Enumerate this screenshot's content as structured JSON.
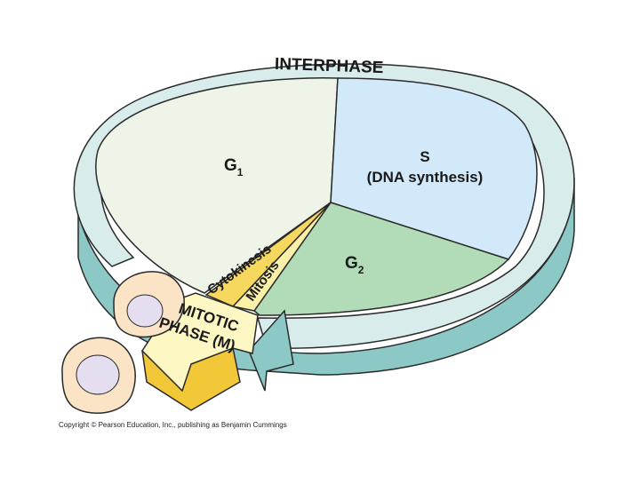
{
  "diagram": {
    "interphase_label": "INTERPHASE",
    "g1_label": "G",
    "g1_sub": "1",
    "s_label": "S",
    "s_desc": "(DNA synthesis)",
    "g2_label": "G",
    "g2_sub": "2",
    "mitosis_label": "Mitosis",
    "cytokinesis_label": "Cytokinesis",
    "mitotic_line1": "MITOTIC",
    "mitotic_line2": "PHASE (M)"
  },
  "copyright": "Copyright © Pearson Education, Inc., publishing as Benjamin Cummings",
  "colors": {
    "ring_top": "#d8eceb",
    "ring_side": "#8cc9c6",
    "outline": "#2a2a2a",
    "g1": "#eef5e8",
    "s": "#d2e9f9",
    "g2": "#b2dbb7",
    "mitosis": "#fbf0a8",
    "cytokinesis": "#f7d85f",
    "arrow": "#fdf7c4",
    "arrow_side": "#f2c738",
    "cell": "#fbe3c6",
    "nucleus": "#e4def0"
  }
}
